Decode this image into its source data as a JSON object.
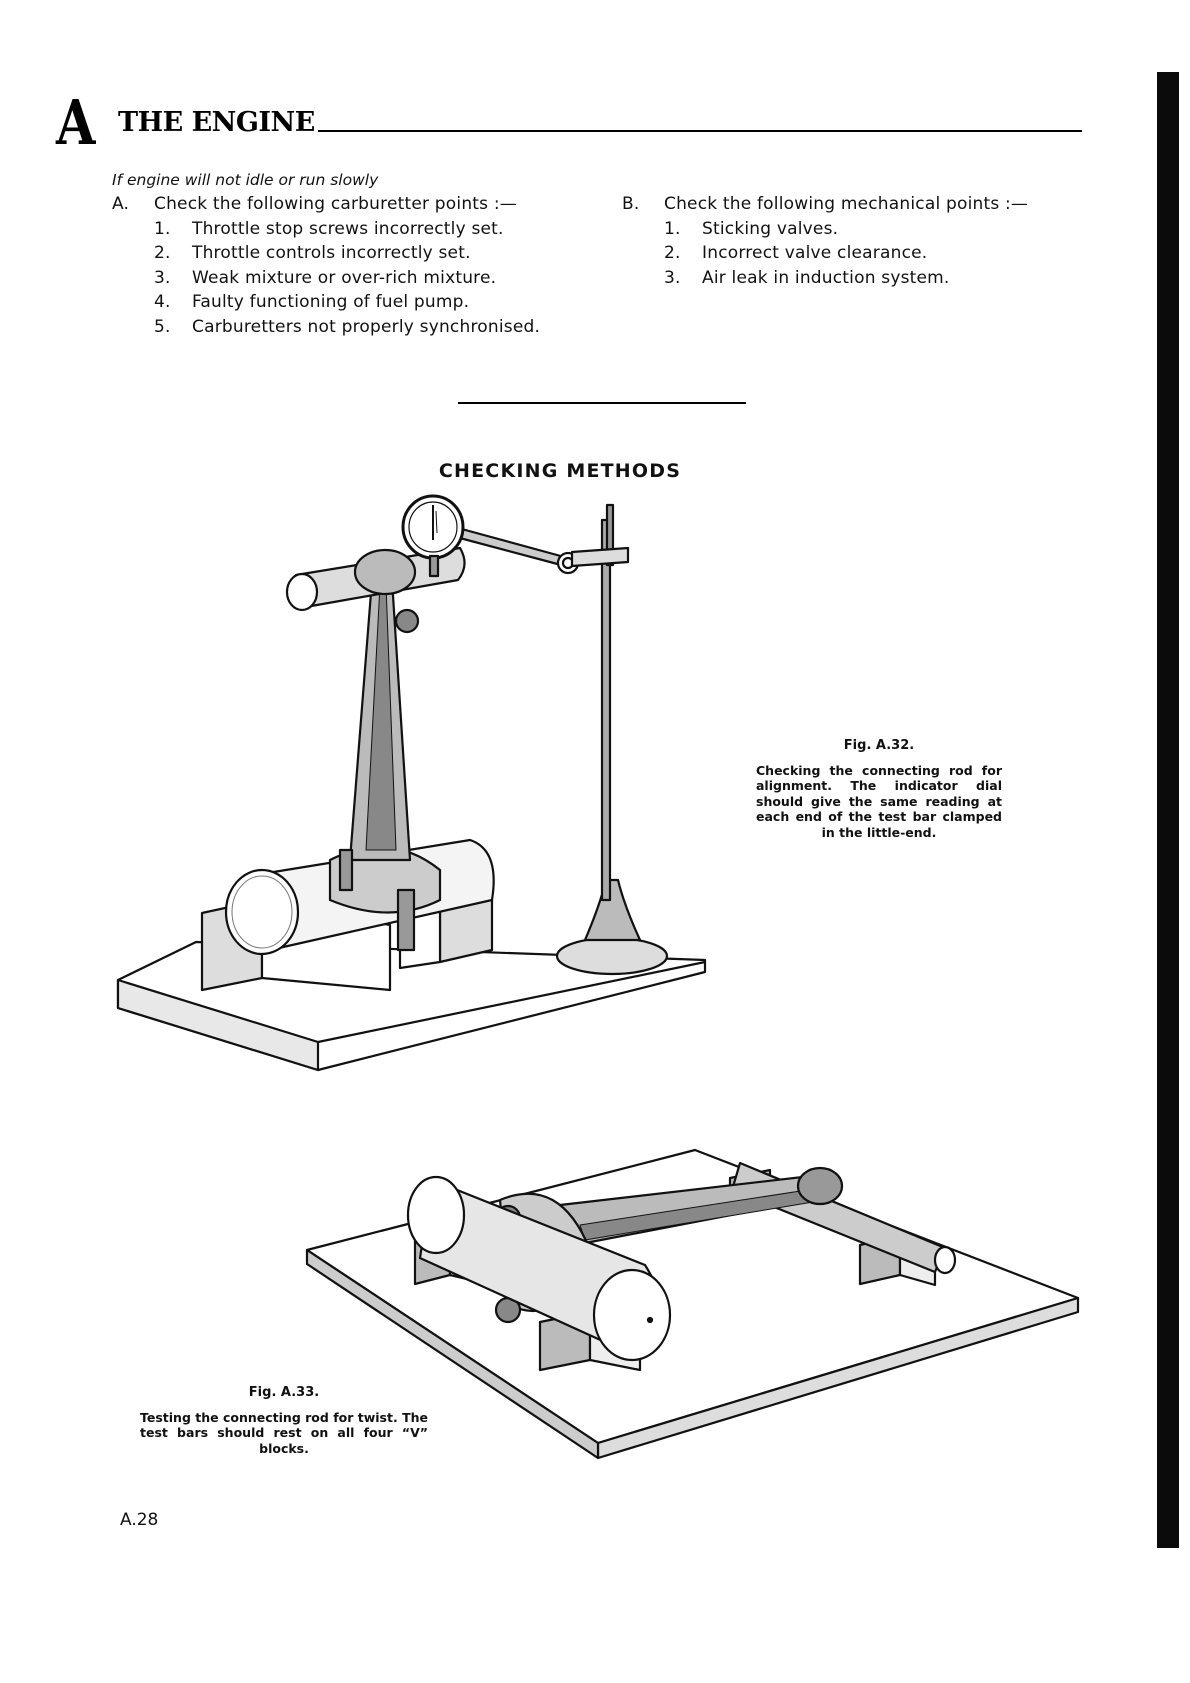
{
  "section": {
    "letter": "A",
    "title": "THE ENGINE"
  },
  "intro": "If engine will not idle or run slowly",
  "list_a": {
    "marker": "A.",
    "heading": "Check the following carburetter points :—",
    "items": [
      {
        "num": "1.",
        "text": "Throttle stop screws incorrectly set."
      },
      {
        "num": "2.",
        "text": "Throttle controls incorrectly set."
      },
      {
        "num": "3.",
        "text": "Weak mixture or over-rich mixture."
      },
      {
        "num": "4.",
        "text": "Faulty functioning of fuel pump."
      },
      {
        "num": "5.",
        "text": "Carburetters not properly synchronised."
      }
    ]
  },
  "list_b": {
    "marker": "B.",
    "heading": "Check the following mechanical points :—",
    "items": [
      {
        "num": "1.",
        "text": "Sticking valves."
      },
      {
        "num": "2.",
        "text": "Incorrect valve clearance."
      },
      {
        "num": "3.",
        "text": "Air leak in induction system."
      }
    ]
  },
  "checking_heading": "CHECKING METHODS",
  "fig_a32": {
    "label": "Fig. A.32.",
    "caption": "Checking the connecting rod for alignment. The indicator dial should give the same reading at each end of the test bar clamped in the little-end."
  },
  "fig_a33": {
    "label": "Fig. A.33.",
    "caption": "Testing the connecting rod for twist. The test bars should rest on all four “V” blocks."
  },
  "page_number": "A.28"
}
